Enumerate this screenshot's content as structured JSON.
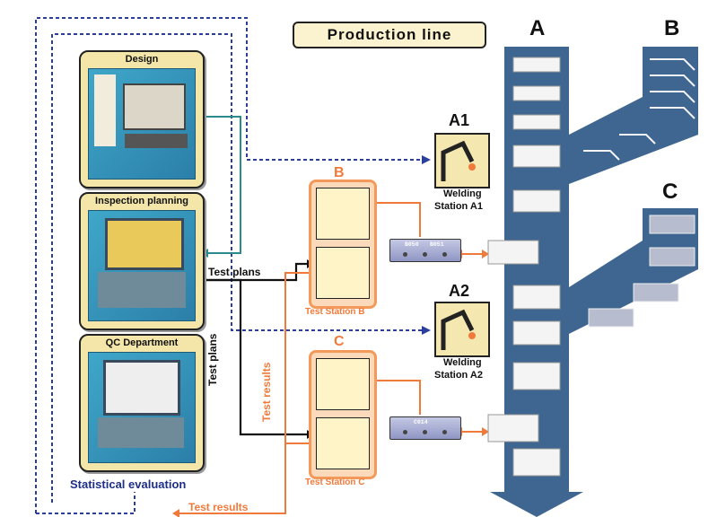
{
  "title": "Production line",
  "branches": [
    "A",
    "B",
    "C"
  ],
  "panels": [
    {
      "title": "Design"
    },
    {
      "title": "Inspection planning"
    },
    {
      "title": "QC Department"
    }
  ],
  "statistical_evaluation": "Statistical evaluation",
  "flows": {
    "test_plans_horizontal": "Test plans",
    "test_plans_vertical": "Test plans",
    "test_results_vertical": "Test results",
    "test_results_bottom": "Test results"
  },
  "stations": [
    {
      "letter": "B",
      "name": "Test Station B",
      "module_codes": [
        "B050",
        "B051"
      ]
    },
    {
      "letter": "C",
      "name": "Test Station C",
      "module_codes": [
        "C014"
      ]
    }
  ],
  "welding": [
    {
      "code": "A1",
      "line1": "Welding",
      "line2": "Station A1"
    },
    {
      "code": "A2",
      "line1": "Welding",
      "line2": "Station A2"
    }
  ],
  "colors": {
    "belt": "#3f6690",
    "dashed_wire": "#2a3f9c",
    "orange_wire": "#f07a3a",
    "teal_wire": "#2a8a8c",
    "panel_bg": "#f3e6a8"
  }
}
